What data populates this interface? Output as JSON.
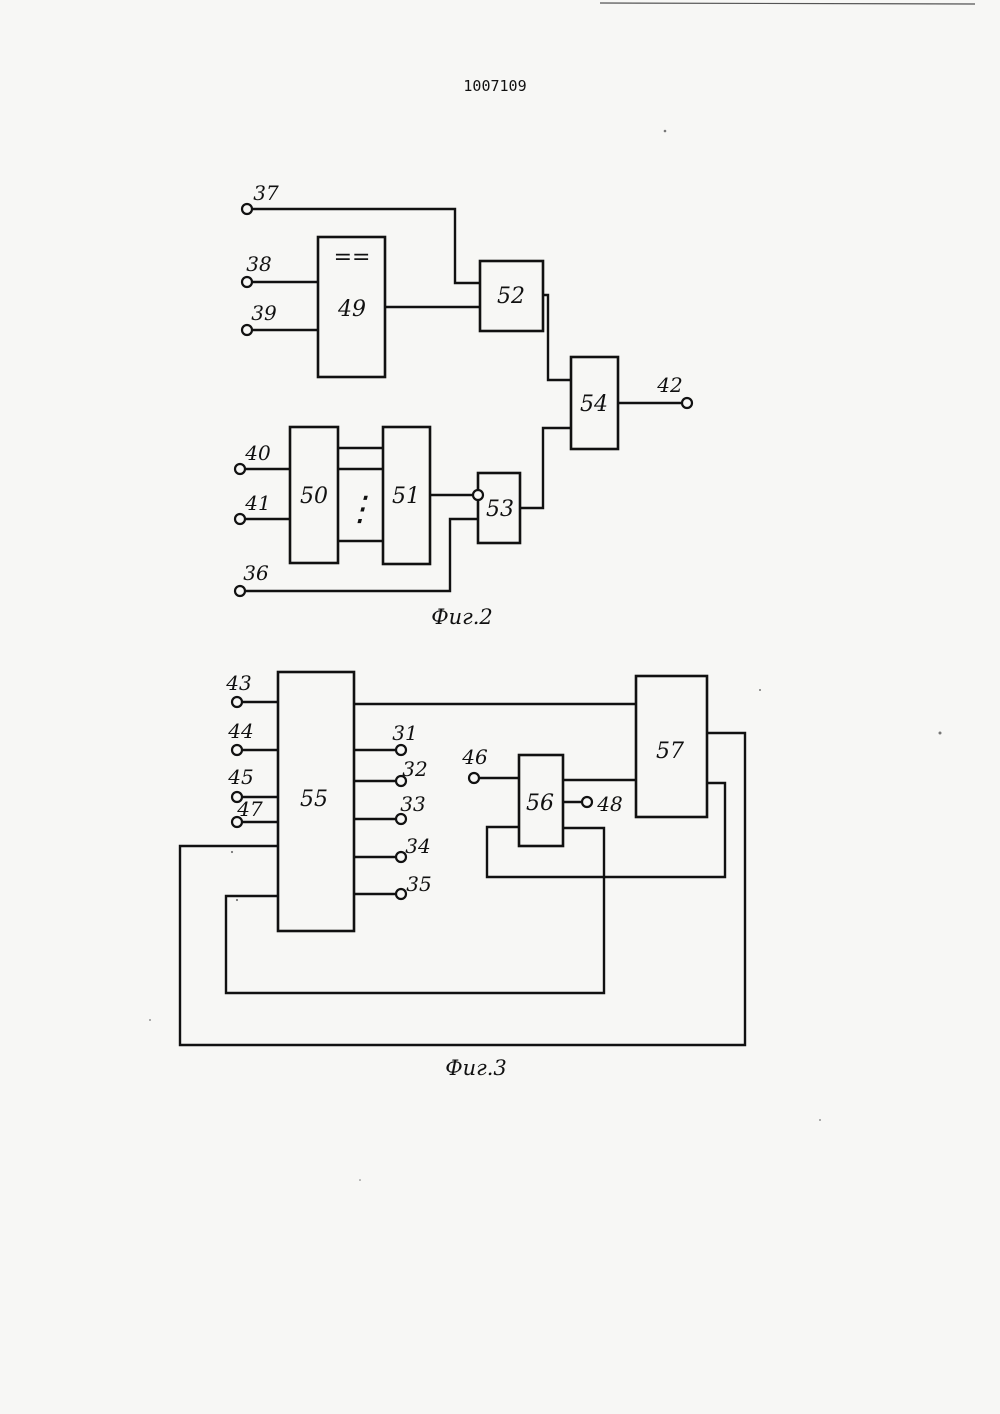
{
  "document_number": "1007109",
  "figures": [
    {
      "caption": "Фиг.2",
      "blocks": [
        {
          "id": "49",
          "label": "49",
          "symbol": "=="
        },
        {
          "id": "50",
          "label": "50"
        },
        {
          "id": "51",
          "label": "51",
          "between_symbol": "⋮"
        },
        {
          "id": "52",
          "label": "52"
        },
        {
          "id": "53",
          "label": "53"
        },
        {
          "id": "54",
          "label": "54"
        }
      ],
      "terminals": [
        "37",
        "38",
        "39",
        "40",
        "41",
        "36",
        "42"
      ]
    },
    {
      "caption": "Фиг.3",
      "blocks": [
        {
          "id": "55",
          "label": "55"
        },
        {
          "id": "56",
          "label": "56"
        },
        {
          "id": "57",
          "label": "57"
        }
      ],
      "terminals": [
        "43",
        "44",
        "45",
        "47",
        "31",
        "32",
        "33",
        "34",
        "35",
        "46",
        "48"
      ]
    }
  ]
}
